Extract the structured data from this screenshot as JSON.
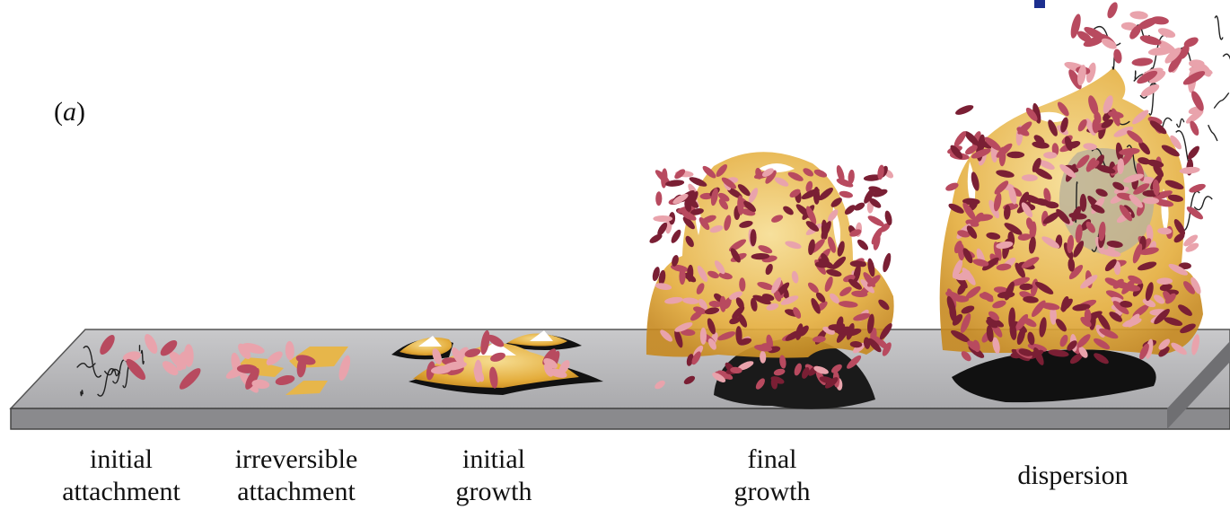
{
  "panel_label": "a",
  "stages": [
    {
      "line1": "initial",
      "line2": "attachment"
    },
    {
      "line1": "irreversible",
      "line2": "attachment"
    },
    {
      "line1": "initial",
      "line2": "growth"
    },
    {
      "line1": "final",
      "line2": "growth"
    },
    {
      "line1": "dispersion",
      "line2": ""
    }
  ],
  "colors": {
    "substrate_top": "#b8b8ba",
    "substrate_front": "#8c8c8f",
    "matrix": "#e7b64a",
    "cell_dark": "#7a1f34",
    "cell_mid": "#b84a5f",
    "cell_light": "#e9a3ac",
    "shadow": "#111111"
  }
}
